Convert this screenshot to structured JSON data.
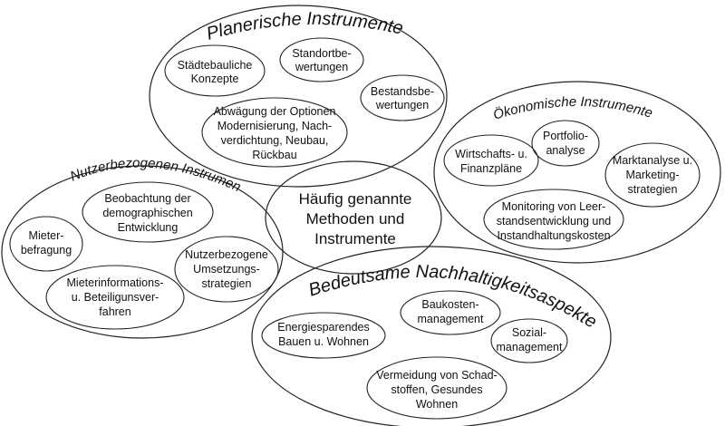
{
  "center": {
    "lines": [
      "Häufig genannte",
      "Methoden und",
      "Instrumente"
    ]
  },
  "clusters": {
    "planerische": {
      "title": "Planerische Instrumente",
      "items": [
        {
          "lines": [
            "Städtebauliche",
            "Konzepte"
          ]
        },
        {
          "lines": [
            "Standortbe-",
            "wertungen"
          ]
        },
        {
          "lines": [
            "Bestandsbe-",
            "wertungen"
          ]
        },
        {
          "lines": [
            "Abwägung der Optionen",
            "Modernisierung, Nach-",
            "verdichtung, Neubau,",
            "Rückbau"
          ]
        }
      ]
    },
    "oekonomische": {
      "title": "Ökonomische Instrumente",
      "items": [
        {
          "lines": [
            "Wirtschafts- u.",
            "Finanzpläne"
          ]
        },
        {
          "lines": [
            "Portfolio-",
            "analyse"
          ]
        },
        {
          "lines": [
            "Marktanalyse u.",
            "Marketing-",
            "strategien"
          ]
        },
        {
          "lines": [
            "Monitoring von Leer-",
            "standsentwicklung und",
            "Instandhaltungskosten"
          ]
        }
      ]
    },
    "nutzerbezogene": {
      "title": "Nutzerbezogenen Instrumente",
      "items": [
        {
          "lines": [
            "Beobachtung der",
            "demographischen",
            "Entwicklung"
          ]
        },
        {
          "lines": [
            "Mieter-",
            "befragung"
          ]
        },
        {
          "lines": [
            "Nutzerbezogene",
            "Umsetzungs-",
            "strategien"
          ]
        },
        {
          "lines": [
            "Mieterinformations-",
            "u.  Beteiligunsver-",
            "fahren"
          ]
        }
      ]
    },
    "nachhaltigkeit": {
      "title": "Bedeutsame Nachhaltigkeitsaspekte",
      "items": [
        {
          "lines": [
            "Energiesparendes",
            "Bauen u. Wohnen"
          ]
        },
        {
          "lines": [
            "Baukosten-",
            "management"
          ]
        },
        {
          "lines": [
            "Sozial-",
            "management"
          ]
        },
        {
          "lines": [
            "Vermeidung von Schad-",
            "stoffen, Gesundes",
            "Wohnen"
          ]
        }
      ]
    }
  }
}
